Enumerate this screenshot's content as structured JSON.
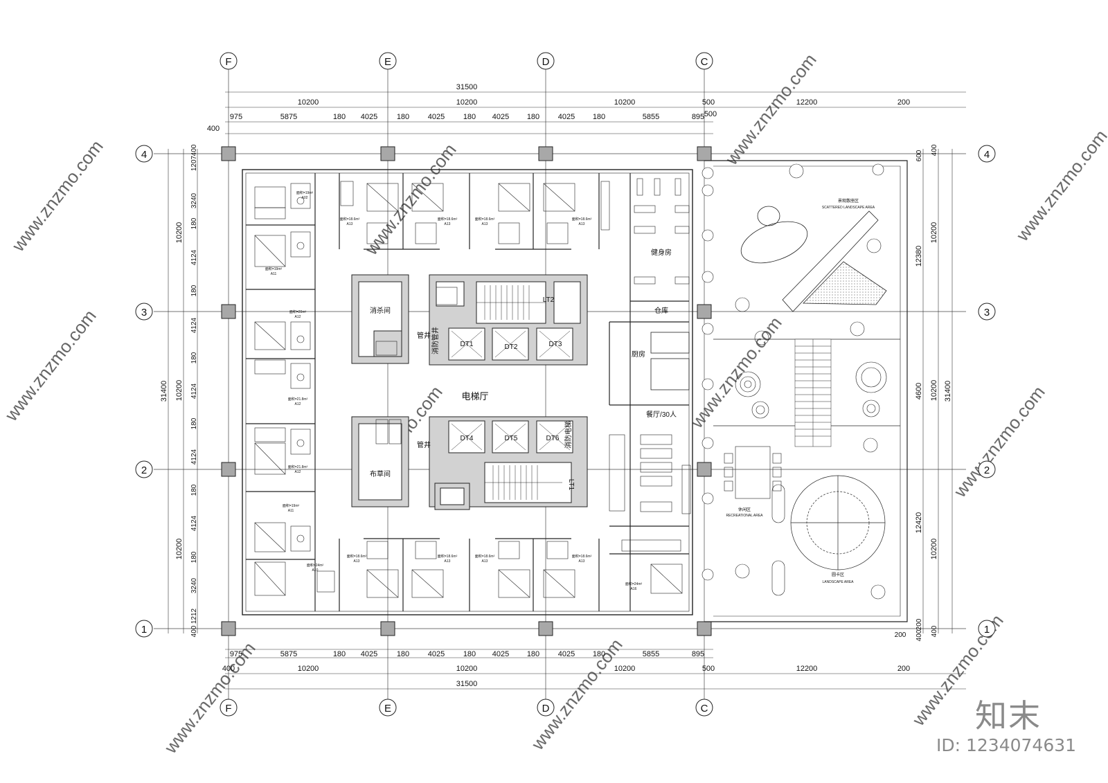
{
  "grid": {
    "columns": [
      "F",
      "E",
      "D",
      "C"
    ],
    "rows": [
      "4",
      "3",
      "2",
      "1"
    ]
  },
  "dims": {
    "top_total": "31500",
    "top_mid": [
      "10200",
      "10200",
      "10200"
    ],
    "top_c_offset": "500",
    "top_right": "12200",
    "top_right_end": "200",
    "top_detail": [
      "975",
      "5875",
      "180",
      "4025",
      "180",
      "4025",
      "180",
      "4025",
      "180",
      "4025",
      "180",
      "5855",
      "895"
    ],
    "top_c_detail": "500",
    "top_left_offset": "400",
    "bottom_detail": [
      "975",
      "5875",
      "180",
      "4025",
      "180",
      "4025",
      "180",
      "4025",
      "180",
      "4025",
      "180",
      "5855",
      "895"
    ],
    "bottom_offset": "400",
    "bottom_mid": [
      "10200",
      "10200",
      "10200"
    ],
    "bottom_c_offset": "500",
    "bottom_right": "12200",
    "bottom_right_end": "200",
    "bottom_total": "31500",
    "left_total": "31400",
    "left_mid": [
      "10200",
      "10200",
      "10200"
    ],
    "left_detail": [
      "400",
      "1207",
      "3240",
      "180",
      "4124",
      "180",
      "4124",
      "180",
      "4124",
      "180",
      "4124",
      "180",
      "4124",
      "180",
      "3240",
      "1212",
      "400"
    ],
    "right_total": "31400",
    "right_mid": [
      "10200",
      "10200",
      "10200"
    ],
    "right_detail": [
      "12380",
      "4600",
      "12420"
    ],
    "right_edge": [
      "400",
      "600",
      "400",
      "200",
      "400",
      "200"
    ]
  },
  "rooms": {
    "disinfect": "消杀间",
    "pipe_well_1": "管井",
    "elevator_hall": "电梯厅",
    "pipe_well_2": "管井",
    "linen": "布草间",
    "gym": "健身房",
    "storage": "仓库",
    "kitchen": "厨房",
    "dining": "餐厅/30人",
    "lt2": "LT2",
    "lt1": "LT1",
    "dt": [
      "DT1",
      "DT2",
      "DT3",
      "DT4",
      "DT5",
      "DT6"
    ],
    "fire_shaft_1": "消防管井",
    "fire_shaft_2": "消防电梯",
    "scattered_cn": "景观散座区",
    "scattered_en": "SCATTERED LANDSCAPE AREA",
    "recreation_cn": "休闲区",
    "recreation_en": "RECREATIONAL AREA",
    "card_cn": "圆卡区",
    "card_en": "LANDSCAPE AREA"
  },
  "guest_rooms": {
    "left": [
      {
        "area": "面积=19m²",
        "code": "A02"
      },
      {
        "area": "面积=19m²",
        "code": "A11"
      },
      {
        "area": "面积=20m²",
        "code": "A12"
      },
      {
        "area": "面积=21.8m²",
        "code": "A12"
      },
      {
        "area": "面积=21.8m²",
        "code": "A12"
      },
      {
        "area": "面积=19m²",
        "code": "A11"
      },
      {
        "area": "面积=24m²",
        "code": "A10"
      }
    ],
    "top": [
      {
        "area": "面积=18.6m²",
        "code": "A13"
      },
      {
        "area": "面积=18.6m²",
        "code": "A13"
      },
      {
        "area": "面积=18.6m²",
        "code": "A13"
      },
      {
        "area": "面积=18.6m²",
        "code": "A13"
      }
    ],
    "bottom": [
      {
        "area": "面积=18.6m²",
        "code": "A13"
      },
      {
        "area": "面积=18.6m²",
        "code": "A13"
      },
      {
        "area": "面积=18.6m²",
        "code": "A13"
      },
      {
        "area": "面积=18.6m²",
        "code": "A13"
      }
    ],
    "right": {
      "area": "面积=24m²",
      "code": "A16"
    }
  },
  "watermark": {
    "site": "www.znzmo.com",
    "brand": "知末",
    "id": "ID: 1234074631"
  },
  "colors": {
    "line": "#222222",
    "core_fill": "#d2d2d2",
    "column_fill": "#a8a8a8",
    "watermark": "#c8c8c8"
  }
}
